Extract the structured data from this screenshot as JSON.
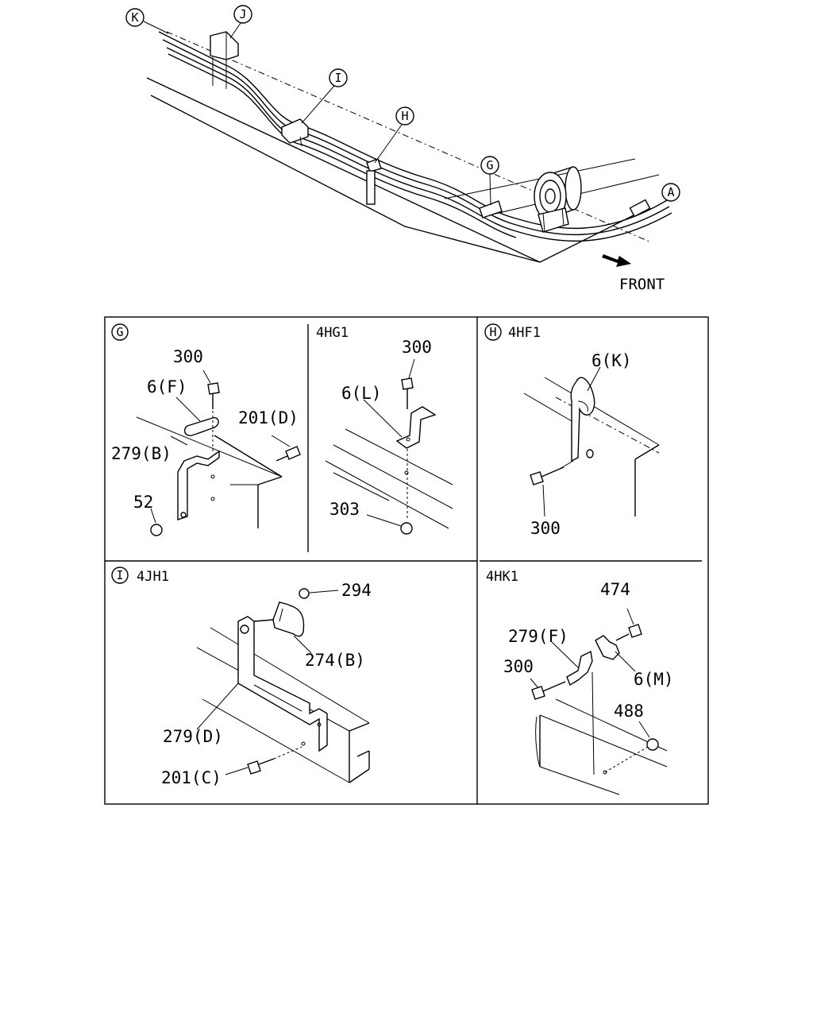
{
  "overview": {
    "front_label": "FRONT",
    "callouts": {
      "k": "K",
      "j": "J",
      "i": "I",
      "h": "H",
      "g": "G",
      "a": "A"
    }
  },
  "panels": {
    "g": {
      "letter": "G",
      "parts": {
        "bolt": "300",
        "clip": "6(F)",
        "bracket": "279(B)",
        "bolt2": "201(D)",
        "nut": "52"
      }
    },
    "g4hg1": {
      "code": "4HG1",
      "parts": {
        "bolt": "300",
        "clip": "6(L)",
        "nut": "303"
      }
    },
    "h": {
      "letter": "H",
      "code": "4HF1",
      "parts": {
        "clip": "6(K)",
        "bolt": "300"
      }
    },
    "i": {
      "letter": "I",
      "code": "4JH1",
      "parts": {
        "nut": "294",
        "clip": "274(B)",
        "bracket": "279(D)",
        "bolt": "201(C)"
      }
    },
    "i4hk1": {
      "code": "4HK1",
      "parts": {
        "bolt": "474",
        "bracket": "279(F)",
        "bolt2": "300",
        "clip": "6(M)",
        "nut": "488"
      }
    }
  }
}
